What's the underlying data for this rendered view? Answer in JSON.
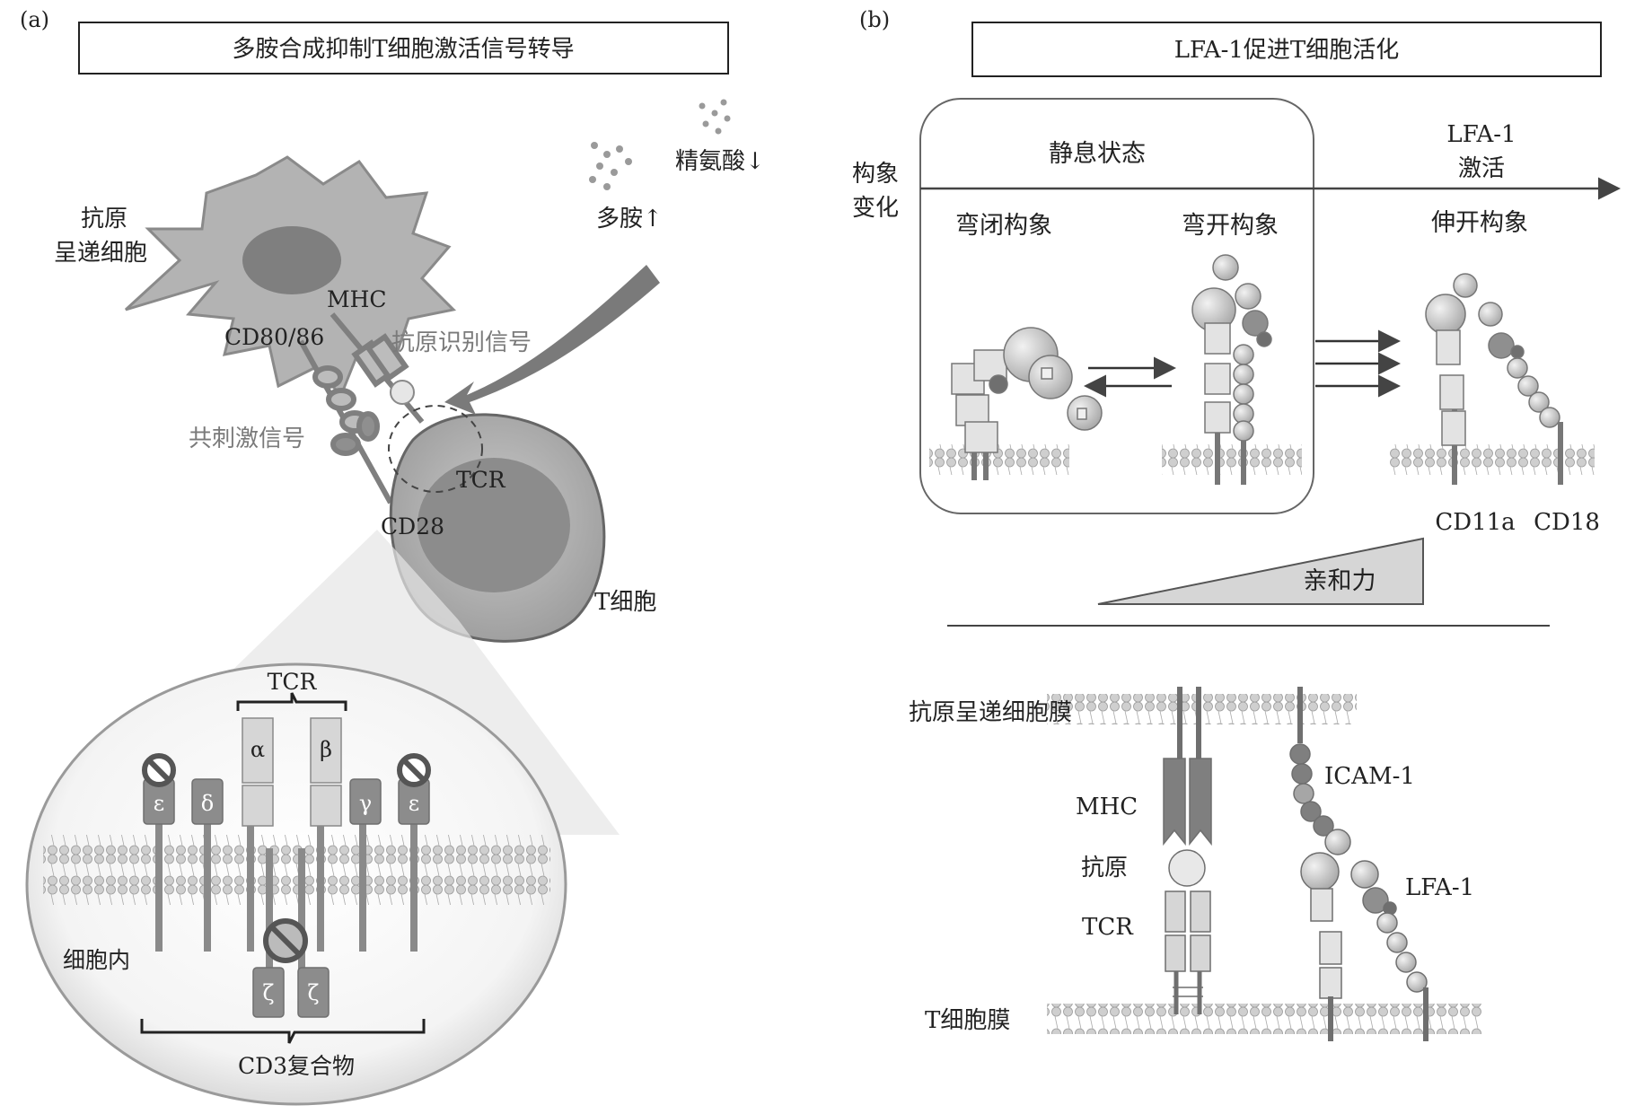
{
  "panel_a": {
    "label": "(a)",
    "title": "多胺合成抑制T细胞激活信号转导",
    "apc_label_line1": "抗原",
    "apc_label_line2": "呈递细胞",
    "mhc": "MHC",
    "cd80_86": "CD80/86",
    "antigen_signal": "抗原识别信号",
    "costim_signal": "共刺激信号",
    "tcr": "TCR",
    "cd28": "CD28",
    "t_cell": "T细胞",
    "arginine": "精氨酸↓",
    "polyamine": "多胺↑",
    "zoom": {
      "tcr": "TCR",
      "alpha": "α",
      "beta": "β",
      "epsilon_left": "ε",
      "delta": "δ",
      "gamma": "γ",
      "epsilon_right": "ε",
      "zeta_left": "ζ",
      "zeta_right": "ζ",
      "intracellular": "细胞内",
      "cd3_complex": "CD3复合物"
    }
  },
  "panel_b": {
    "label": "(b)",
    "title": "LFA-1促进T细胞活化",
    "conformation_change_line1": "构象",
    "conformation_change_line2": "变化",
    "resting_state": "静息状态",
    "lfa1_activation_line1": "LFA-1",
    "lfa1_activation_line2": "激活",
    "bent_closed": "弯闭构象",
    "bent_open": "弯开构象",
    "extended_open": "伸开构象",
    "cd11a": "CD11a",
    "cd18": "CD18",
    "affinity": "亲和力",
    "apc_membrane": "抗原呈递细胞膜",
    "icam1": "ICAM-1",
    "mhc": "MHC",
    "lfa1": "LFA-1",
    "antigen": "抗原",
    "tcr": "TCR",
    "t_membrane": "T细胞膜"
  },
  "colors": {
    "light_gray": "#d9d9d9",
    "mid_gray": "#a6a6a6",
    "dark_gray": "#7f7f7f",
    "text": "#222222"
  }
}
